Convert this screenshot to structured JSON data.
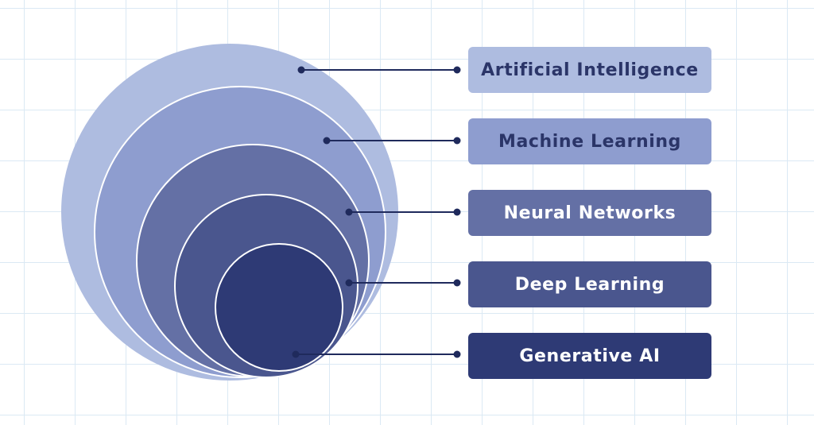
{
  "layers": [
    {
      "label": "Artificial Intelligence",
      "fill": "#aebce0",
      "text_color": "#2b3568"
    },
    {
      "label": "Machine Learning",
      "fill": "#8e9dcf",
      "text_color": "#2b3568"
    },
    {
      "label": "Neural Networks",
      "fill": "#6470a5",
      "text_color": "#ffffff"
    },
    {
      "label": "Deep Learning",
      "fill": "#4a568e",
      "text_color": "#ffffff"
    },
    {
      "label": "Generative AI",
      "fill": "#2e3a75",
      "text_color": "#ffffff"
    }
  ],
  "connector_color": "#1f2a5c",
  "circle_outline_color": "#ffffff"
}
